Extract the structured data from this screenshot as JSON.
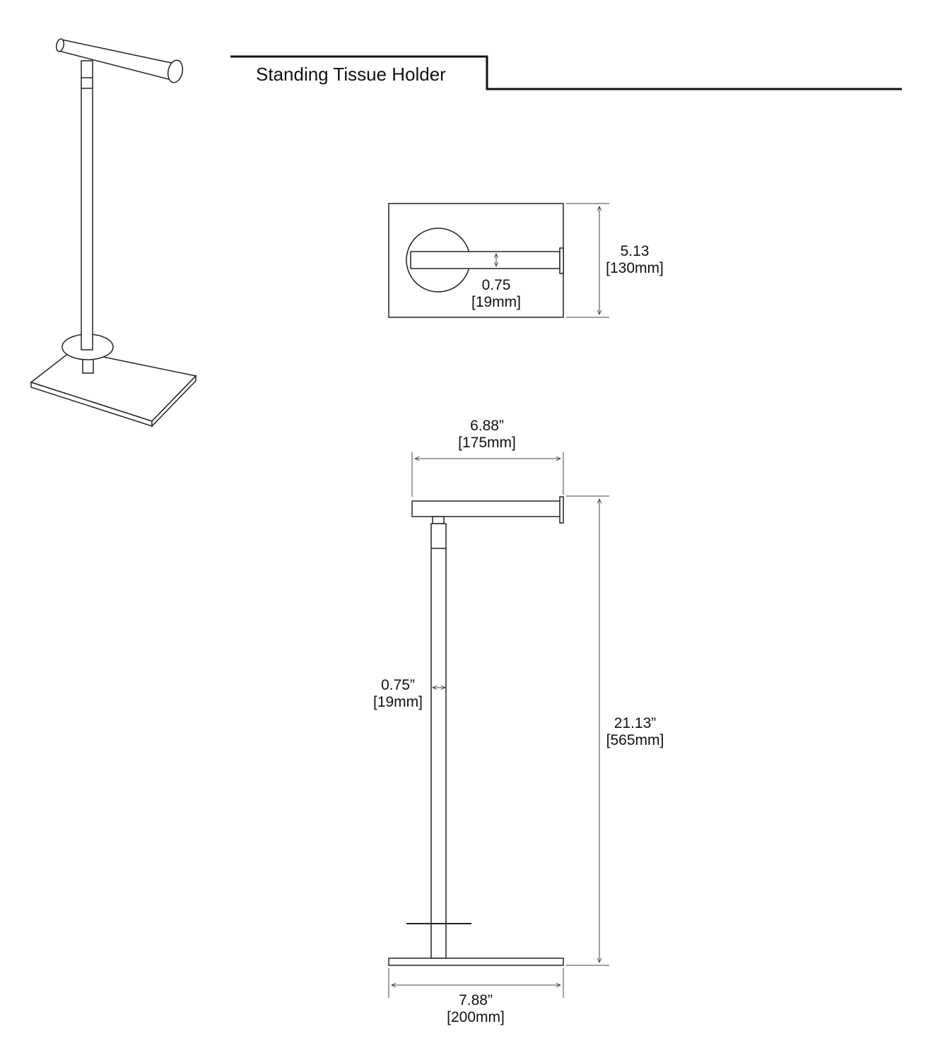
{
  "title": "Standing Tissue Holder",
  "dimensions": {
    "top_height": {
      "imperial": "5.13",
      "metric": "[130mm]"
    },
    "top_rod_diameter": {
      "imperial": "0.75",
      "metric": "[19mm]"
    },
    "bar_width": {
      "imperial": "6.88”",
      "metric": "[175mm]"
    },
    "pole_diameter": {
      "imperial": "0.75”",
      "metric": "[19mm]"
    },
    "total_height": {
      "imperial": "21.13”",
      "metric": "[565mm]"
    },
    "base_width": {
      "imperial": "7.88”",
      "metric": "[200mm]"
    }
  }
}
